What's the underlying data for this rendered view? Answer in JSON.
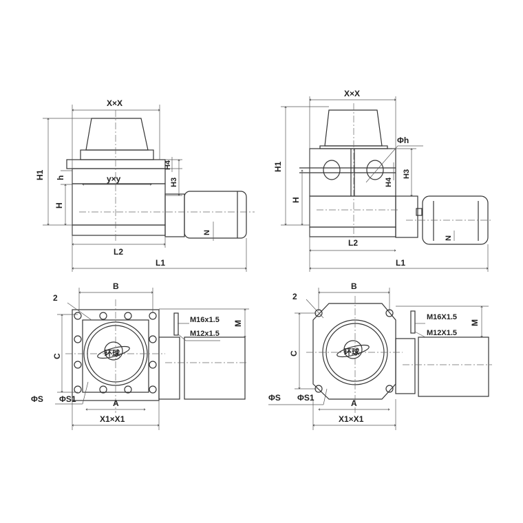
{
  "labels": {
    "xx": "X×X",
    "yy": "y×y",
    "h1": "H1",
    "h": "h",
    "H": "H",
    "h4": "H4",
    "h3": "H3",
    "n": "N",
    "l2": "L2",
    "l1": "L1",
    "phi_h": "Φh",
    "b": "B",
    "c": "C",
    "a": "A",
    "x1x1": "X1×X1",
    "m": "M",
    "two": "2",
    "phi_s": "ΦS",
    "phi_s1": "ΦS1",
    "m16_left": "M16x1.5",
    "m12_left": "M12x1.5",
    "m16_right": "M16X1.5",
    "m12_right": "M12X1.5",
    "logo": "环球"
  }
}
